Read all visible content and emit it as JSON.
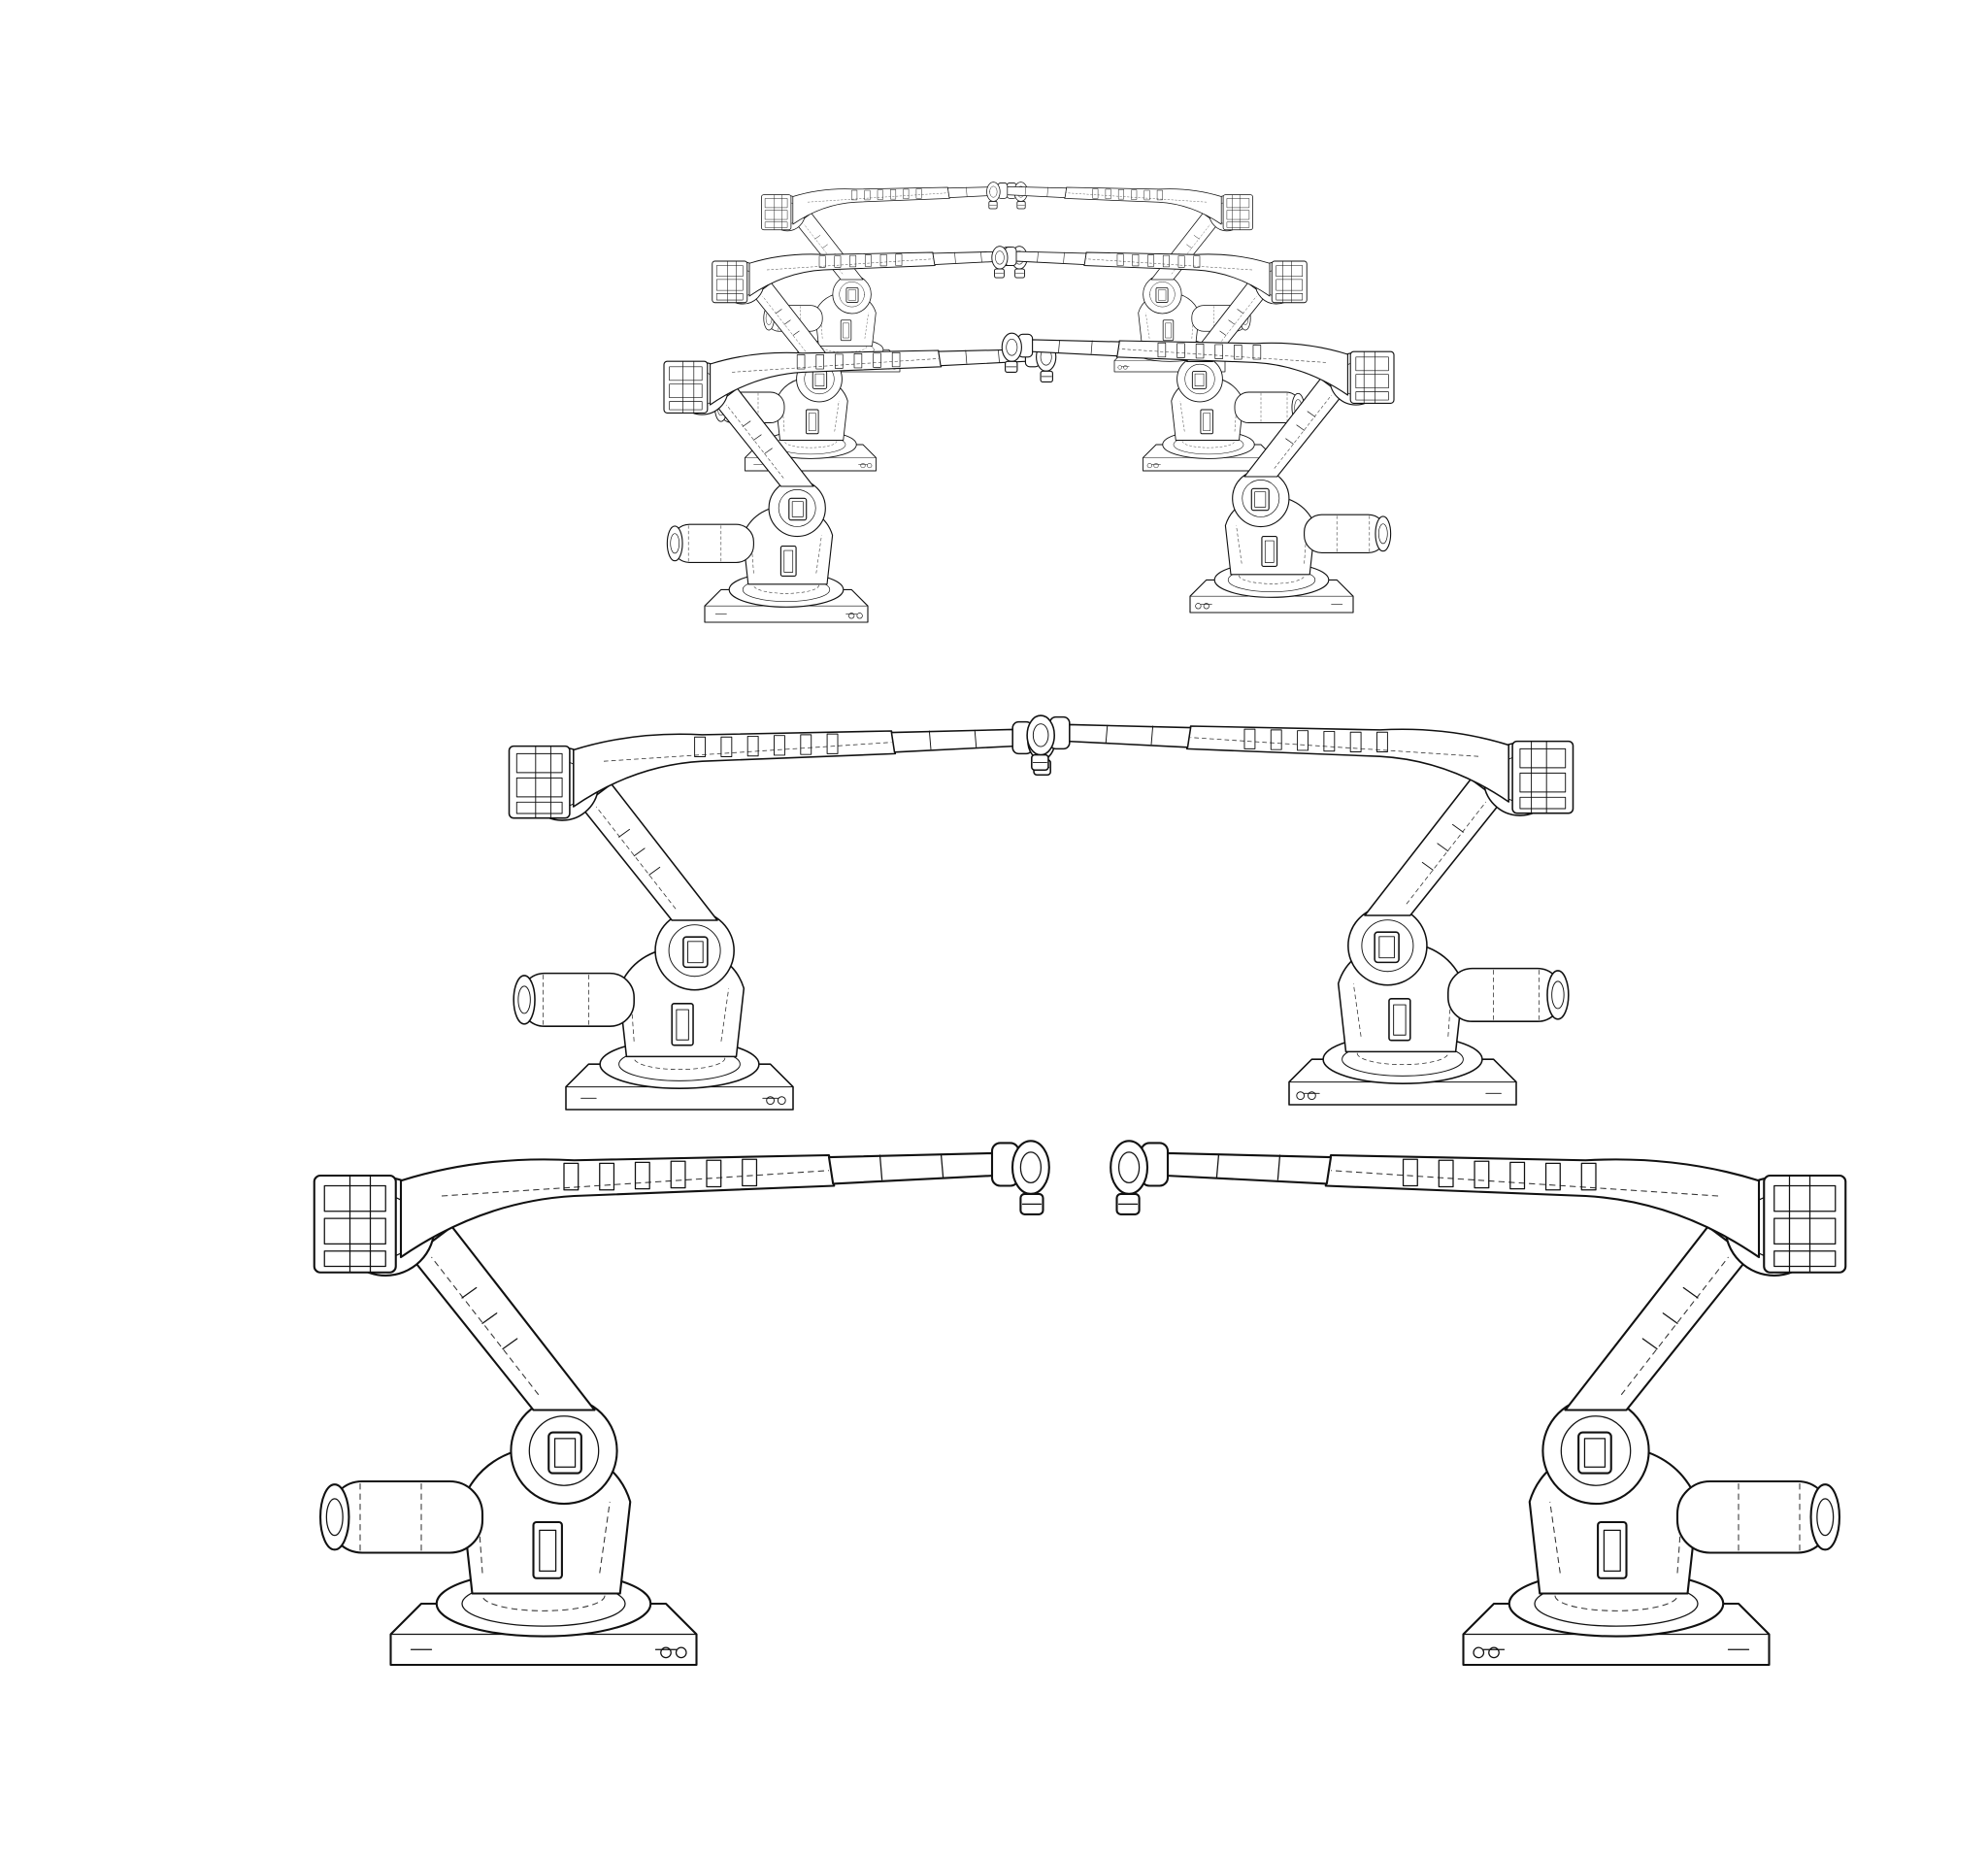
{
  "scene": {
    "subject": "industrial-robot-arm",
    "style": "wireframe-line-drawing",
    "colors": {
      "background": "#ffffff",
      "line": "#111111"
    },
    "robots": [
      {
        "id": "left-1",
        "side": "left",
        "mirror": false
      },
      {
        "id": "left-2",
        "side": "left",
        "mirror": false
      },
      {
        "id": "left-3",
        "side": "left",
        "mirror": false
      },
      {
        "id": "left-4",
        "side": "left",
        "mirror": false
      },
      {
        "id": "left-5",
        "side": "left",
        "mirror": false
      },
      {
        "id": "right-1",
        "side": "right",
        "mirror": true
      },
      {
        "id": "right-2",
        "side": "right",
        "mirror": true
      },
      {
        "id": "right-3",
        "side": "right",
        "mirror": true
      },
      {
        "id": "right-4",
        "side": "right",
        "mirror": true
      },
      {
        "id": "right-5",
        "side": "right",
        "mirror": true
      }
    ]
  }
}
